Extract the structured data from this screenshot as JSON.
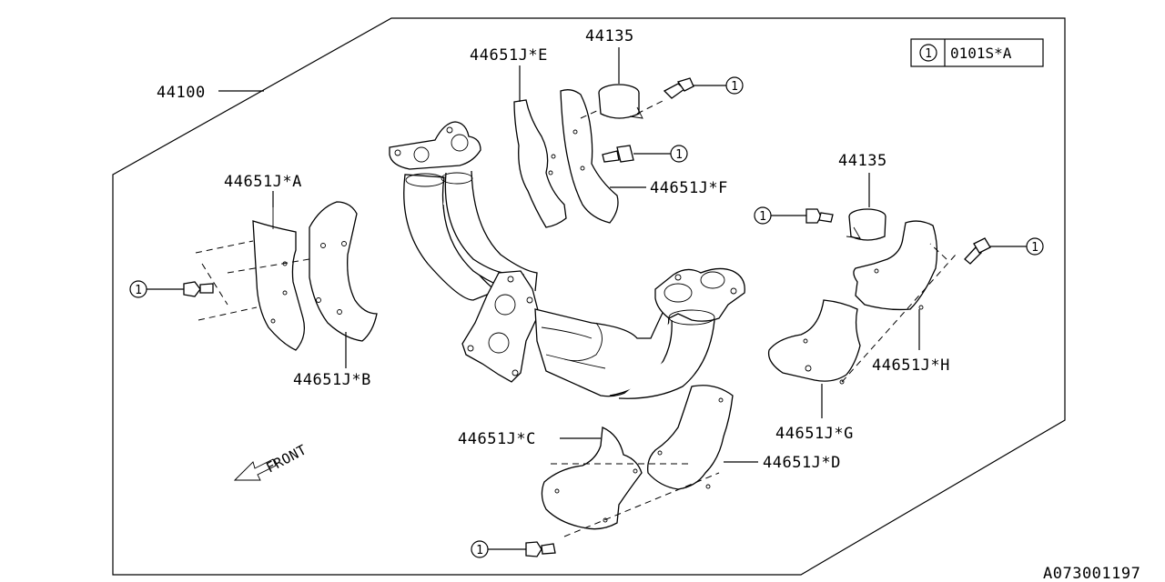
{
  "diagram": {
    "assembly_label": "44100",
    "part_labels": {
      "clamp_top": "44135",
      "clamp_right": "44135",
      "cover_a": "44651J*A",
      "cover_b": "44651J*B",
      "cover_c": "44651J*C",
      "cover_d": "44651J*D",
      "cover_e": "44651J*E",
      "cover_f": "44651J*F",
      "cover_g": "44651J*G",
      "cover_h": "44651J*H"
    },
    "callout_number": "1",
    "legend": {
      "symbol": "1",
      "part": "0101S*A"
    },
    "front_label": "FRONT",
    "diagram_code": "A073001197"
  }
}
